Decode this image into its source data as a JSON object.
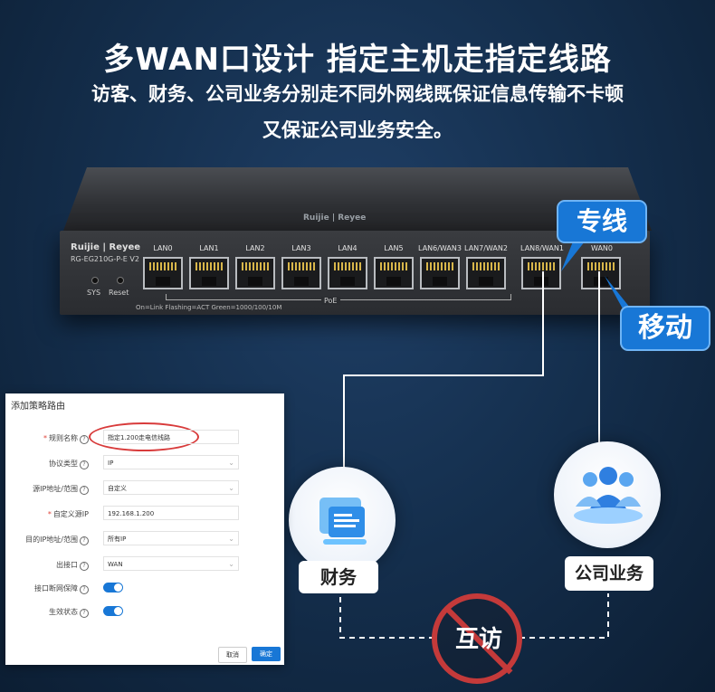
{
  "headline": {
    "title": "多WAN口设计 指定主机走指定线路",
    "line1": "访客、财务、公司业务分别走不同外网线既保证信息传输不卡顿",
    "line2": "又保证公司业务安全。"
  },
  "router": {
    "brand": "Ruijie | Reyee",
    "brand_top": "Ruijie | Reyee",
    "model": "RG-EG210G-P-E V2",
    "leds": [
      {
        "label": "SYS"
      },
      {
        "label": "Reset"
      }
    ],
    "ports": [
      "LAN0",
      "LAN1",
      "LAN2",
      "LAN3",
      "LAN4",
      "LAN5",
      "LAN6/WAN3",
      "LAN7/WAN2",
      "LAN8/WAN1",
      "WAN0"
    ],
    "poe_label": "PoE",
    "legend": "On=Link Flashing=ACT Green=1000/100/10M"
  },
  "callouts": {
    "dedicated": "专线",
    "mobile": "移动"
  },
  "nodes": {
    "finance": "财务",
    "business": "公司业务",
    "no_access": "互访"
  },
  "dialog": {
    "title": "添加策略路由",
    "rows": [
      {
        "label": "规则名称",
        "required": true,
        "value": "指定1.200走电信线路",
        "type": "text"
      },
      {
        "label": "协议类型",
        "required": false,
        "value": "IP",
        "type": "select"
      },
      {
        "label": "源IP地址/范围",
        "required": false,
        "value": "自定义",
        "type": "select"
      },
      {
        "label": "自定义源IP",
        "required": true,
        "value": "192.168.1.200",
        "type": "text"
      },
      {
        "label": "目的IP地址/范围",
        "required": false,
        "value": "所有IP",
        "type": "select"
      },
      {
        "label": "出接口",
        "required": false,
        "value": "WAN",
        "type": "select"
      },
      {
        "label": "接口断网保障",
        "required": false,
        "value": "on",
        "type": "toggle"
      },
      {
        "label": "生效状态",
        "required": false,
        "value": "on",
        "type": "toggle"
      }
    ],
    "cancel": "取消",
    "ok": "确定"
  },
  "colors": {
    "accent": "#1877d6",
    "danger": "#c43a3a",
    "background": "#15304f"
  }
}
